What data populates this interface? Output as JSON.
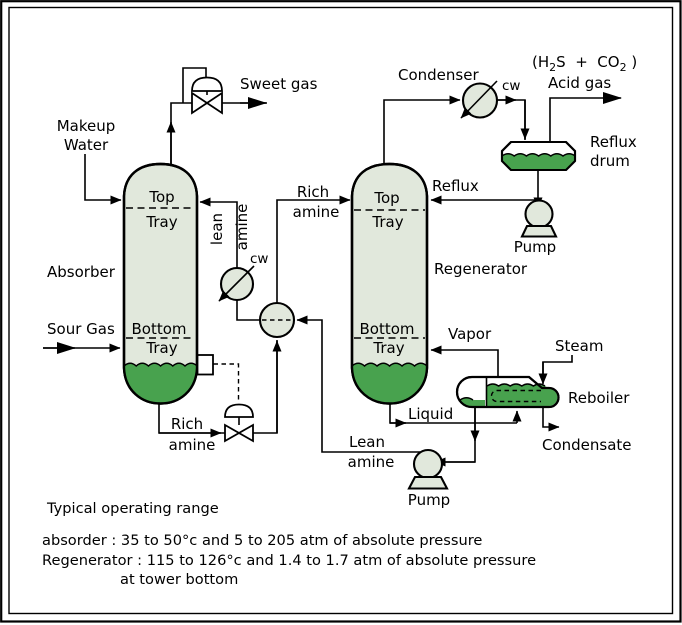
{
  "labels": {
    "sweet_gas": "Sweet gas",
    "makeup_water_1": "Makeup",
    "makeup_water_2": "Water",
    "absorber": "Absorber",
    "sour_gas": "Sour Gas",
    "abs_top_tray_1": "Top",
    "abs_top_tray_2": "Tray",
    "abs_bottom_tray_1": "Bottom",
    "abs_bottom_tray_2": "Tray",
    "rich_amine_bottom_1": "Rich",
    "rich_amine_bottom_2": "amine",
    "lean_amine_vert_1": "lean",
    "lean_amine_vert_2": "amine",
    "cw_cooler": "cw",
    "cw_condenser": "cw",
    "condenser": "Condenser",
    "formula_p1": "(H",
    "formula_sub1": "2",
    "formula_p2": "S  +  CO",
    "formula_sub2": "2",
    "formula_p3": " )",
    "acid_gas": "Acid gas",
    "reflux_drum_1": "Reflux",
    "reflux_drum_2": "drum",
    "reflux": "Reflux",
    "pump_reflux": "Pump",
    "pump_lean": "Pump",
    "regenerator": "Regenerator",
    "regen_top_tray_1": "Top",
    "regen_top_tray_2": "Tray",
    "regen_bottom_tray_1": "Bottom",
    "regen_bottom_tray_2": "Tray",
    "rich_amine_top_1": "Rich",
    "rich_amine_top_2": "amine",
    "vapor": "Vapor",
    "steam": "Steam",
    "reboiler": "Reboiler",
    "liquid": "Liquid",
    "condensate": "Condensate",
    "lean_amine_1": "Lean",
    "lean_amine_2": "amine"
  },
  "notes": {
    "title": "Typical operating range",
    "line1": "absorder : 35 to 50°c and 5 to 205 atm of absolute pressure",
    "line2": "Regenerator : 115 to 126°c and 1.4 to 1.7 atm of absolute pressure",
    "line3": "at tower bottom"
  },
  "colors": {
    "liquid_green": "#48a24e",
    "equipment_fill": "#e1e8dc",
    "line_color": "#000000",
    "background": "#ffffff"
  }
}
